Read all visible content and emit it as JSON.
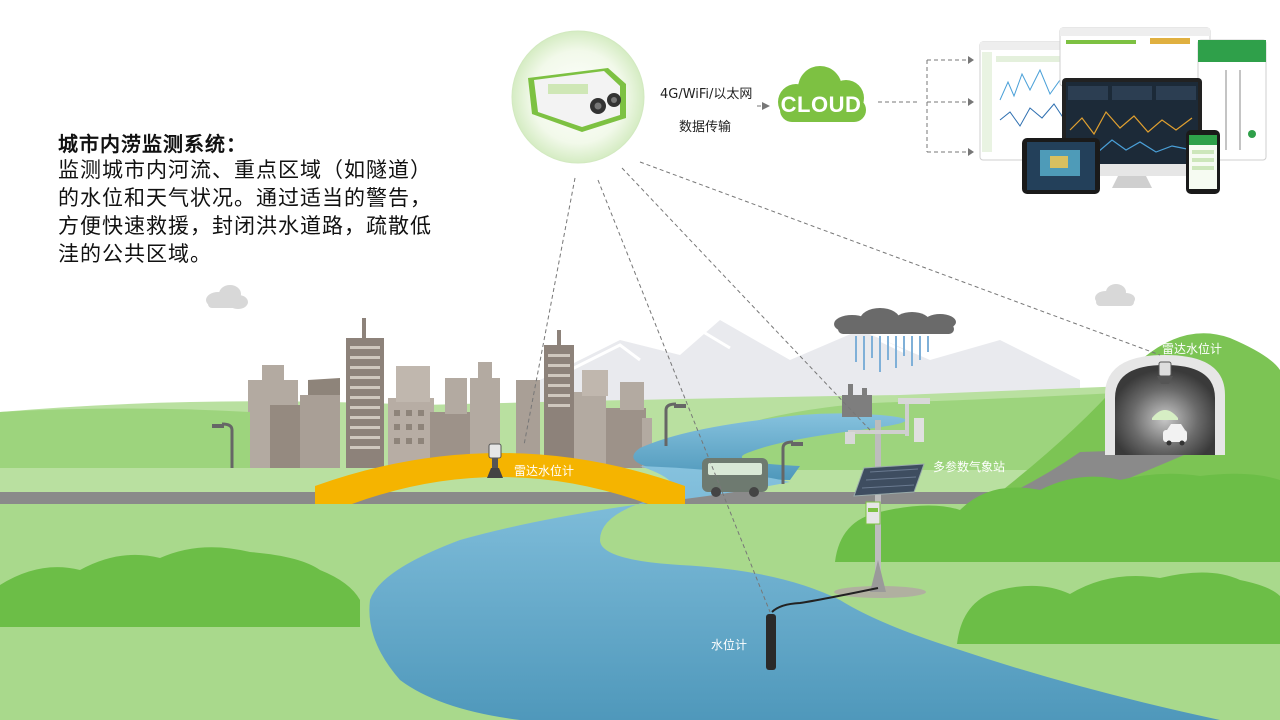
{
  "intro": {
    "title": "城市内涝监测系统：",
    "description": "监测城市内河流、重点区域（如隧道）的水位和天气状况。通过适当的警告，方便快速救援，封闭洪水道路，疏散低洼的公共区域。"
  },
  "transmission": {
    "network_label": "4G/WiFi/以太网",
    "data_label": "数据传输",
    "cloud_label": "CLOUD"
  },
  "sensors": {
    "bridge_radar": "雷达水位计",
    "tunnel_radar": "雷达水位计",
    "weather_station": "多参数气象站",
    "water_level_probe": "水位计"
  },
  "colors": {
    "brand_green": "#7dc142",
    "grass": "#8fce6a",
    "river": "#6aaecd",
    "bridge": "#f5b400",
    "building": "#a89e94",
    "road": "#888888"
  }
}
